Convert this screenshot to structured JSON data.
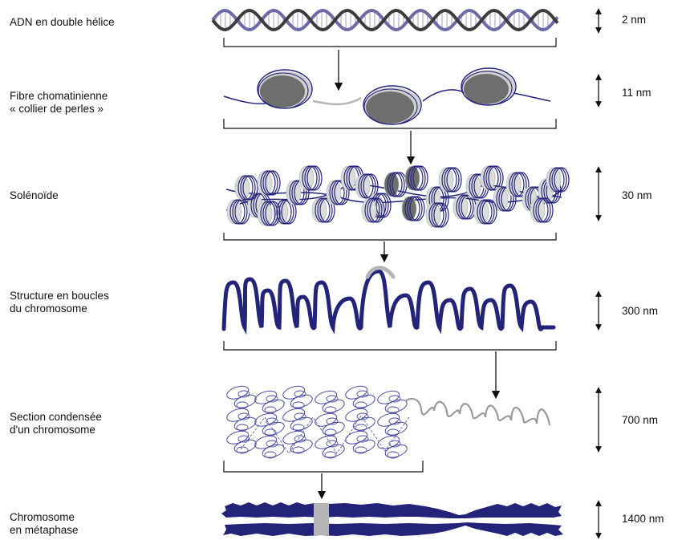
{
  "colors": {
    "dna_strand_dark": "#3c3c3c",
    "dna_strand_blue": "#6e6aa8",
    "navy": "#23237a",
    "grey_nucleosome": "#6e6e6e",
    "light_grey": "#d9d9d9",
    "linker_grey": "#b5b5b5"
  },
  "levels": [
    {
      "label": "ADN en double hélice",
      "size": "2 nm"
    },
    {
      "label": "Fibre chomatinienne\n« collier de perles »",
      "size": "11 nm"
    },
    {
      "label": "Solénoïde",
      "size": "30 nm"
    },
    {
      "label": "Structure en boucles\ndu chromosome",
      "size": "300 nm"
    },
    {
      "label": "Section condensée\nd'un chromosome",
      "size": "700 nm"
    },
    {
      "label": "Chromosome\nen métaphase",
      "size": "1400 nm"
    }
  ]
}
